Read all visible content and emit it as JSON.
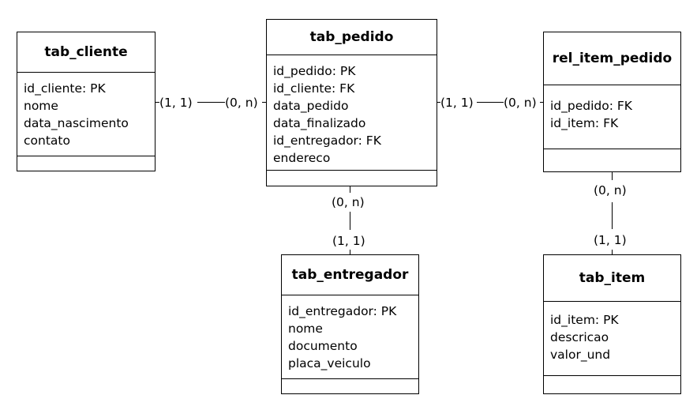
{
  "entities": {
    "tab_cliente": {
      "title": "tab_cliente",
      "fields": [
        "id_cliente: PK",
        "nome",
        "data_nascimento",
        "contato"
      ]
    },
    "tab_pedido": {
      "title": "tab_pedido",
      "fields": [
        "id_pedido: PK",
        "id_cliente: FK",
        "data_pedido",
        "data_finalizado",
        "id_entregador: FK",
        "endereco"
      ]
    },
    "rel_item_pedido": {
      "title": "rel_item_pedido",
      "fields": [
        "id_pedido: FK",
        "id_item: FK"
      ]
    },
    "tab_entregador": {
      "title": "tab_entregador",
      "fields": [
        "id_entregador: PK",
        "nome",
        "documento",
        "placa_veiculo"
      ]
    },
    "tab_item": {
      "title": "tab_item",
      "fields": [
        "id_item: PK",
        "descricao",
        "valor_und"
      ]
    }
  },
  "relationships": {
    "cliente_pedido": {
      "from_card": "(1, 1)",
      "to_card": "(0, n)"
    },
    "pedido_rel_item": {
      "from_card": "(1, 1)",
      "to_card": "(0, n)"
    },
    "pedido_entregador": {
      "from_card": "(0, n)",
      "to_card": "(1, 1)"
    },
    "rel_item_item": {
      "from_card": "(0, n)",
      "to_card": "(1, 1)"
    }
  }
}
